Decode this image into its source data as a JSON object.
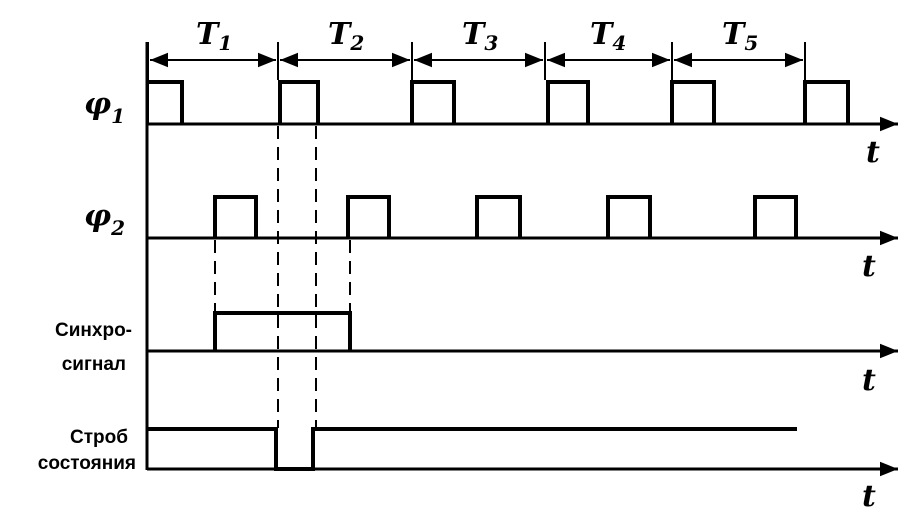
{
  "periods": [
    {
      "letter": "T",
      "sub": "1"
    },
    {
      "letter": "T",
      "sub": "2"
    },
    {
      "letter": "T",
      "sub": "3"
    },
    {
      "letter": "T",
      "sub": "4"
    },
    {
      "letter": "T",
      "sub": "5"
    }
  ],
  "signals": {
    "phi1": {
      "letter": "φ",
      "sub": "1"
    },
    "phi2": {
      "letter": "φ",
      "sub": "2"
    },
    "sync": {
      "line1": "Синхро-",
      "line2": "сигнал"
    },
    "strobe": {
      "line1": "Строб",
      "line2": "состояния"
    }
  },
  "axis_label": "t"
}
